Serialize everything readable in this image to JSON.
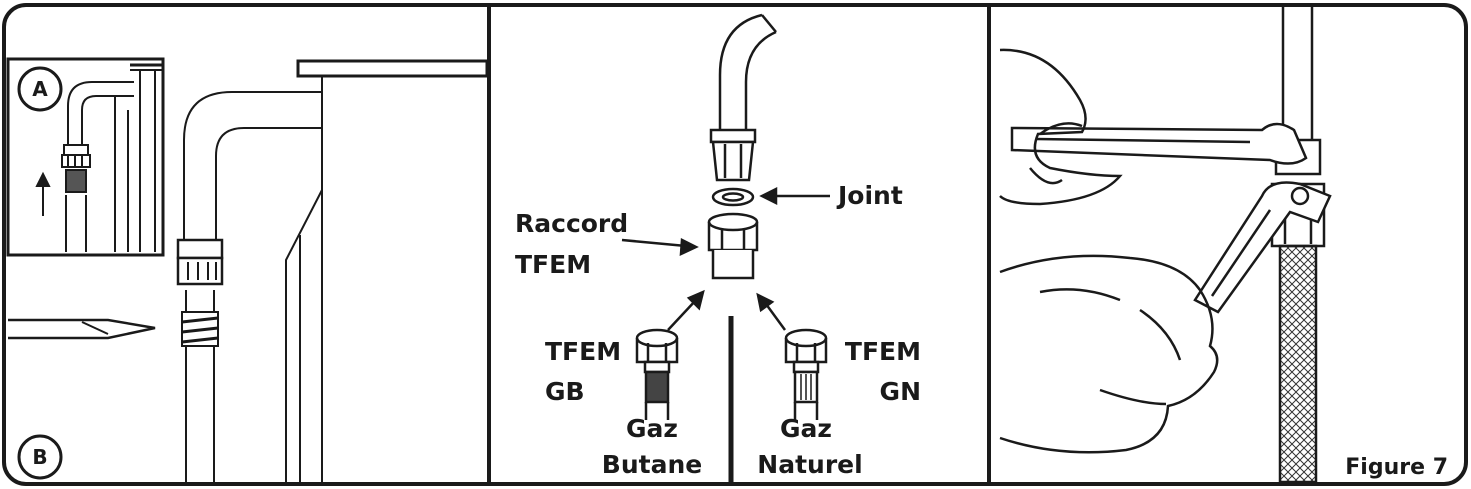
{
  "figure": {
    "label": "Figure 7"
  },
  "panel_left": {
    "marker_a": "A",
    "marker_b": "B"
  },
  "panel_middle": {
    "joint_label": "Joint",
    "raccord_label_line1": "Raccord",
    "raccord_label_line2": "TFEM",
    "left_fitting_line1": "TFEM",
    "left_fitting_line2": "GB",
    "right_fitting_line1": "TFEM",
    "right_fitting_line2": "GN",
    "left_gas_line1": "Gaz",
    "left_gas_line2": "Butane",
    "right_gas_line1": "Gaz",
    "right_gas_line2": "Naturel"
  },
  "colors": {
    "stroke": "#1a1a1a",
    "background": "#ffffff"
  }
}
